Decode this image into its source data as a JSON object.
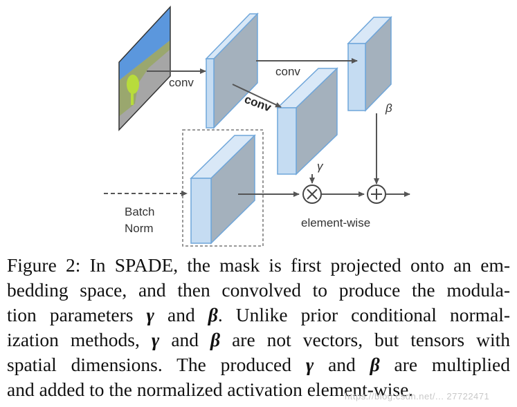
{
  "figure": {
    "labels": {
      "conv_1": "conv",
      "conv_2": "conv",
      "conv_3": "conv",
      "gamma": "γ",
      "beta": "β",
      "batch_norm_1": "Batch",
      "batch_norm_2": "Norm",
      "element_wise": "element-wise",
      "multiply": "×",
      "add": "+"
    },
    "colors": {
      "block_front": "#c5dcf2",
      "block_side": "#a4b1bd",
      "block_top": "#d9e8f7",
      "block_edge": "#6fa6da",
      "mask_sky": "#5b97dd",
      "mask_grass": "#9aa76e",
      "mask_ground": "#a6a6a6",
      "mask_tree": "#b8dc3c",
      "arrow": "#555555"
    }
  },
  "caption": {
    "line1_a": "Figure 2: In SPADE, the mask is first projected onto an em-",
    "line2_a": "bedding space, and then convolved to produce the modula-",
    "line3_a": "tion parameters ",
    "line3_gamma": "γ",
    "line3_b": " and ",
    "line3_beta": "β",
    "line3_c": ". Unlike prior conditional normal-",
    "line4_a": "ization methods, ",
    "line4_gamma": "γ",
    "line4_b": " and ",
    "line4_beta": "β",
    "line4_c": " are not vectors, but tensors with",
    "line5_a": "spatial dimensions. The produced ",
    "line5_gamma": "γ",
    "line5_b": " and ",
    "line5_beta": "β",
    "line5_c": " are multiplied",
    "line6_a": "and added to the normalized activation element-wise."
  },
  "watermark": "https://blog.csdn.net/... 27722471"
}
